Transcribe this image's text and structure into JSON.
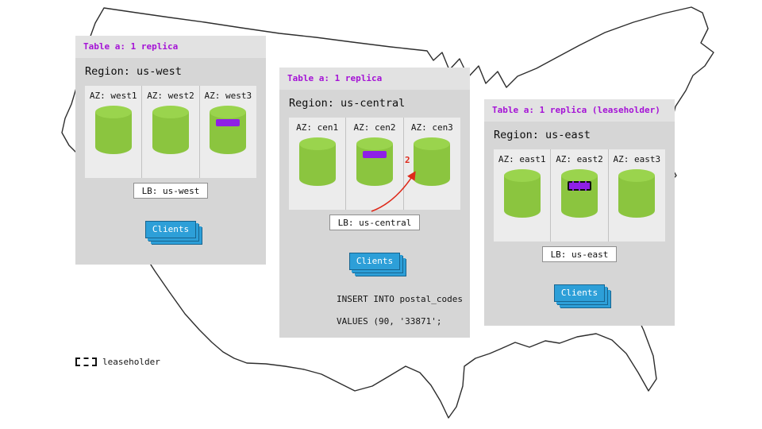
{
  "colors": {
    "panel": "#d6d6d6",
    "panel-header": "#e2e2e2",
    "az-box": "#ececec",
    "divider": "#c2c2c2",
    "green": "#8bc53f",
    "green-top": "#9ad44d",
    "purple-text": "#a513d6",
    "replica-purple": "#8e1fe6",
    "blue": "#2d9fd8",
    "blue-dark": "#17648f",
    "red": "#de2a1b",
    "lb-border": "#8f8f8f",
    "map-stroke": "#2d2d2d"
  },
  "panels": [
    {
      "table_label": "Table a: 1 replica",
      "region_label": "Region: us-west",
      "azs": [
        {
          "label": "AZ: west1"
        },
        {
          "label": "AZ: west2"
        },
        {
          "label": "AZ: west3"
        }
      ],
      "lb_label": "LB: us-west",
      "clients_label": "Clients"
    },
    {
      "table_label": "Table a: 1 replica",
      "region_label": "Region: us-central",
      "azs": [
        {
          "label": "AZ: cen1"
        },
        {
          "label": "AZ: cen2"
        },
        {
          "label": "AZ: cen3"
        }
      ],
      "lb_label": "LB: us-central",
      "clients_label": "Clients",
      "arrow_label": "2",
      "query_line1": "INSERT INTO postal_codes",
      "query_line2": "VALUES (90, '33871';"
    },
    {
      "table_label": "Table a: 1 replica (leaseholder)",
      "region_label": "Region: us-east",
      "azs": [
        {
          "label": "AZ: east1"
        },
        {
          "label": "AZ: east2"
        },
        {
          "label": "AZ: east3"
        }
      ],
      "lb_label": "LB: us-east",
      "clients_label": "Clients"
    }
  ],
  "legend": {
    "label": "leaseholder"
  }
}
